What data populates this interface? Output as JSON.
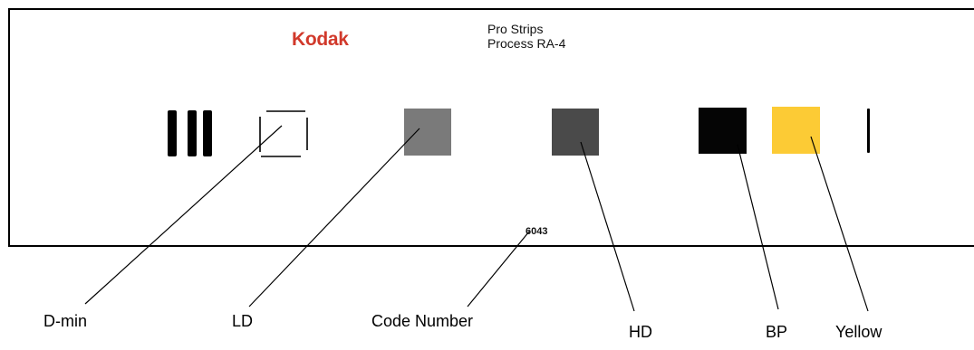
{
  "strip": {
    "brand": "Kodak",
    "title_line1": "Pro Strips",
    "title_line2": "Process RA-4",
    "code_number": "6043"
  },
  "patches": {
    "ld_color": "#7a7a7a",
    "hd_color": "#4a4a4a",
    "bp_color": "#050505",
    "yellow_color": "#fccb35"
  },
  "labels": {
    "dmin": "D-min",
    "ld": "LD",
    "code_number": "Code Number",
    "hd": "HD",
    "bp": "BP",
    "yellow": "Yellow"
  }
}
